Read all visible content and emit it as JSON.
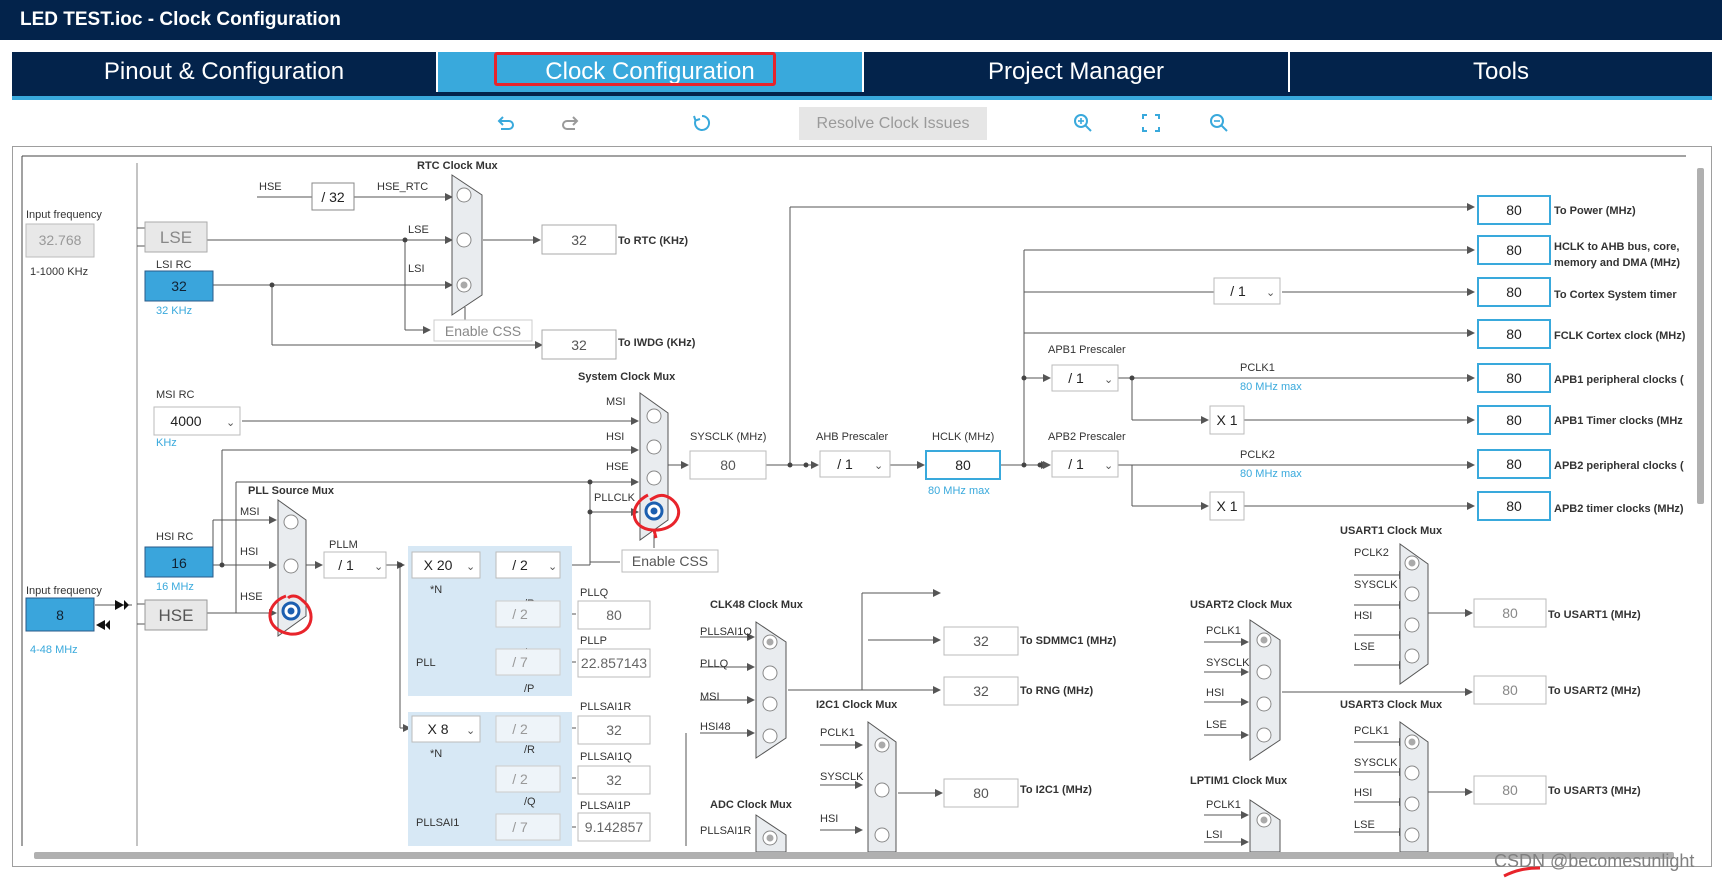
{
  "window": {
    "title": "LED TEST.ioc - Clock Configuration"
  },
  "tabs": [
    {
      "label": "Pinout & Configuration"
    },
    {
      "label": "Clock Configuration"
    },
    {
      "label": "Project Manager"
    },
    {
      "label": "Tools"
    }
  ],
  "toolbar": {
    "resolve_label": "Resolve Clock Issues"
  },
  "colors": {
    "accent": "#39a9dc",
    "navy": "#03234b",
    "highlight_outline": "#e8242b",
    "blue_box": "#3aa5dc"
  },
  "diagram": {
    "lse_input": {
      "label": "Input frequency",
      "value": "32.768",
      "range": "1-1000 KHz"
    },
    "lse": {
      "label": "LSE"
    },
    "lsi": {
      "label": "LSI RC",
      "value": "32",
      "unit": "32 KHz"
    },
    "rtc_mux": {
      "title": "RTC Clock Mux",
      "hse_label": "HSE",
      "div": "/ 32",
      "hse_rtc": "HSE_RTC",
      "lse": "LSE",
      "lsi": "LSI",
      "enable_css": "Enable CSS",
      "out_rtc": "32",
      "out_rtc_label": "To RTC (KHz)",
      "out_iwdg": "32",
      "out_iwdg_label": "To IWDG (KHz)"
    },
    "msi": {
      "label": "MSI RC",
      "value": "4000",
      "unit": "KHz"
    },
    "hsi": {
      "label": "HSI RC",
      "value": "16",
      "unit": "16 MHz"
    },
    "hse_input": {
      "label": "Input frequency",
      "value": "8",
      "range": "4-48 MHz",
      "name": "HSE"
    },
    "pll_src_mux": {
      "title": "PLL Source Mux",
      "msi": "MSI",
      "hsi": "HSI",
      "hse": "HSE"
    },
    "pllm": {
      "label": "PLLM",
      "value": "/ 1"
    },
    "pll": {
      "n_value": "X 20",
      "n_label": "*N",
      "r_value": "/ 2",
      "r_label": "/R",
      "q_value": "/ 2",
      "q_label": "/Q",
      "p_value": "/ 7",
      "p_label": "/P",
      "pllq_label": "PLLQ",
      "pllq_value": "80",
      "pllp_label": "PLLP",
      "pllp_value": "22.857143",
      "name": "PLL"
    },
    "pllsai1": {
      "n_value": "X 8",
      "n_label": "*N",
      "r_value": "/ 2",
      "r_label": "/R",
      "q_value": "/ 2",
      "q_label": "/Q",
      "p_value": "/ 7",
      "r_out_label": "PLLSAI1R",
      "r_out_value": "32",
      "q_out_label": "PLLSAI1Q",
      "q_out_value": "32",
      "p_out_label": "PLLSAI1P",
      "p_out_value": "9.142857",
      "name": "PLLSAI1"
    },
    "sys_mux": {
      "title": "System Clock Mux",
      "msi": "MSI",
      "hsi": "HSI",
      "hse": "HSE",
      "pllclk": "PLLCLK",
      "enable_css": "Enable CSS"
    },
    "sysclk": {
      "label": "SYSCLK (MHz)",
      "value": "80"
    },
    "ahb": {
      "label": "AHB Prescaler",
      "value": "/ 1"
    },
    "hclk": {
      "label": "HCLK (MHz)",
      "value": "80",
      "max": "80 MHz max"
    },
    "cortex_div": "/ 1",
    "apb1": {
      "label": "APB1 Prescaler",
      "value": "/ 1",
      "pclk": "PCLK1",
      "max": "80 MHz max",
      "mult": "X 1"
    },
    "apb2": {
      "label": "APB2 Prescaler",
      "value": "/ 1",
      "pclk": "PCLK2",
      "max": "80 MHz max",
      "mult": "X 1"
    },
    "outputs": [
      {
        "value": "80",
        "label": "To Power (MHz)"
      },
      {
        "value": "80",
        "label": "HCLK to AHB bus, core,",
        "label2": "memory and DMA (MHz)"
      },
      {
        "value": "80",
        "label": "To Cortex System timer"
      },
      {
        "value": "80",
        "label": "FCLK Cortex clock (MHz)"
      },
      {
        "value": "80",
        "label": "APB1 peripheral clocks ("
      },
      {
        "value": "80",
        "label": "APB1 Timer clocks (MHz"
      },
      {
        "value": "80",
        "label": "APB2 peripheral clocks ("
      },
      {
        "value": "80",
        "label": "APB2 timer clocks (MHz)"
      }
    ],
    "clk48_mux": {
      "title": "CLK48 Clock Mux",
      "in1": "PLLSAI1Q",
      "in2": "PLLQ",
      "in3": "MSI",
      "in4": "HSI48",
      "sdmmc_value": "32",
      "sdmmc_label": "To SDMMC1 (MHz)",
      "rng_value": "32",
      "rng_label": "To RNG (MHz)"
    },
    "i2c1_mux": {
      "title": "I2C1 Clock Mux",
      "in1": "PCLK1",
      "in2": "SYSCLK",
      "in3": "HSI",
      "out_value": "80",
      "out_label": "To I2C1 (MHz)"
    },
    "adc_mux": {
      "title": "ADC Clock Mux",
      "in1": "PLLSAI1R"
    },
    "usart1_mux": {
      "title": "USART1 Clock Mux",
      "in1": "PCLK2",
      "in2": "SYSCLK",
      "in3": "HSI",
      "in4": "LSE",
      "out_value": "80",
      "out_label": "To USART1 (MHz)"
    },
    "usart2_mux": {
      "title": "USART2 Clock Mux",
      "in1": "PCLK1",
      "in2": "SYSCLK",
      "in3": "HSI",
      "in4": "LSE",
      "out_value": "80",
      "out_label": "To USART2 (MHz)"
    },
    "usart3_mux": {
      "title": "USART3 Clock Mux",
      "in1": "PCLK1",
      "in2": "SYSCLK",
      "in3": "HSI",
      "in4": "LSE",
      "out_value": "80",
      "out_label": "To USART3 (MHz)"
    },
    "lptim1_mux": {
      "title": "LPTIM1 Clock Mux",
      "in1": "PCLK1",
      "in2": "LSI"
    }
  },
  "watermark": "CSDN @becomesunlight"
}
